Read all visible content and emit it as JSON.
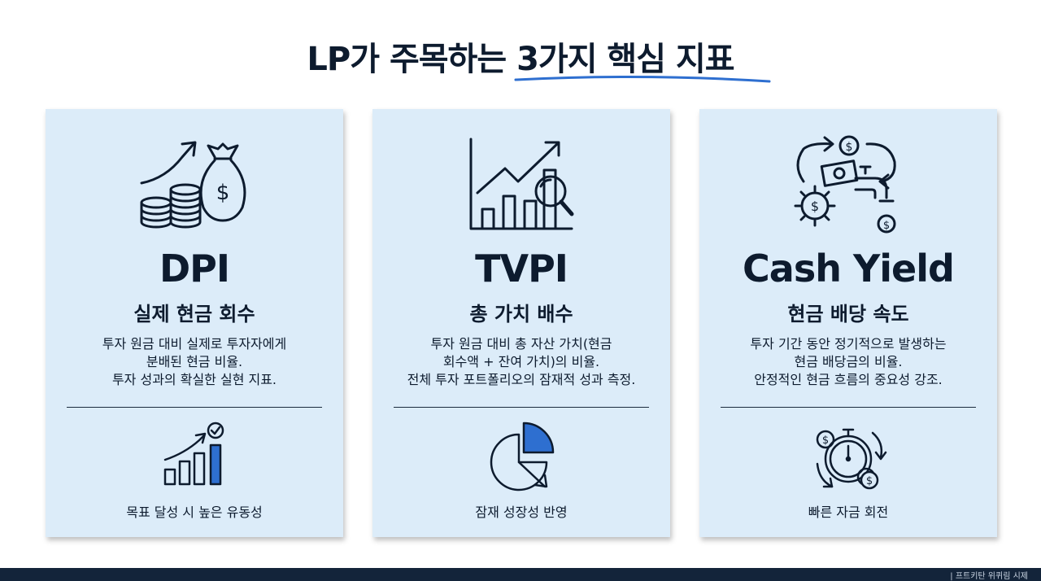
{
  "title": {
    "prefix": "LP가 주목하는 ",
    "highlight": "3가지 핵심 지표",
    "accent_color": "#2e6fd0"
  },
  "cards": [
    {
      "metric": "DPI",
      "subtitle": "실제 현금 회수",
      "desc": [
        "투자 원금 대비 실제로 투자자에게",
        "분배된 현금 비율.",
        "투자 성과의 확실한 실현 지표."
      ],
      "caption": "목표 달성 시 높은 유동성",
      "icon_top": "money-bag-coins-arrow-icon",
      "icon_bottom": "bar-chart-check-icon"
    },
    {
      "metric": "TVPI",
      "subtitle": "총 가치 배수",
      "desc": [
        "투자 원금 대비 총 자산 가치(현금",
        "회수액 + 잔여 가치)의 비율.",
        "전체 투자 포트폴리오의 잠재적 성과 측정."
      ],
      "caption": "잠재 성장성 반영",
      "icon_top": "growth-chart-magnifier-icon",
      "icon_bottom": "pie-chart-arrow-icon"
    },
    {
      "metric": "Cash Yield",
      "subtitle": "현금 배당 속도",
      "desc": [
        "투자 기간 동안 정기적으로 발생하는",
        "현금 배당금의 비율.",
        "안정적인 현금 흐름의 중요성 강조."
      ],
      "caption": "빠른 자금 회전",
      "icon_top": "cash-flow-gear-faucet-icon",
      "icon_bottom": "stopwatch-coins-icon"
    }
  ],
  "footer": {
    "text": "| 프트키탄 위퀴림 시제"
  },
  "colors": {
    "card_bg": "#dcecf9",
    "text": "#0d1b2e",
    "accent": "#2e6fd0",
    "footer": "#13243a"
  }
}
